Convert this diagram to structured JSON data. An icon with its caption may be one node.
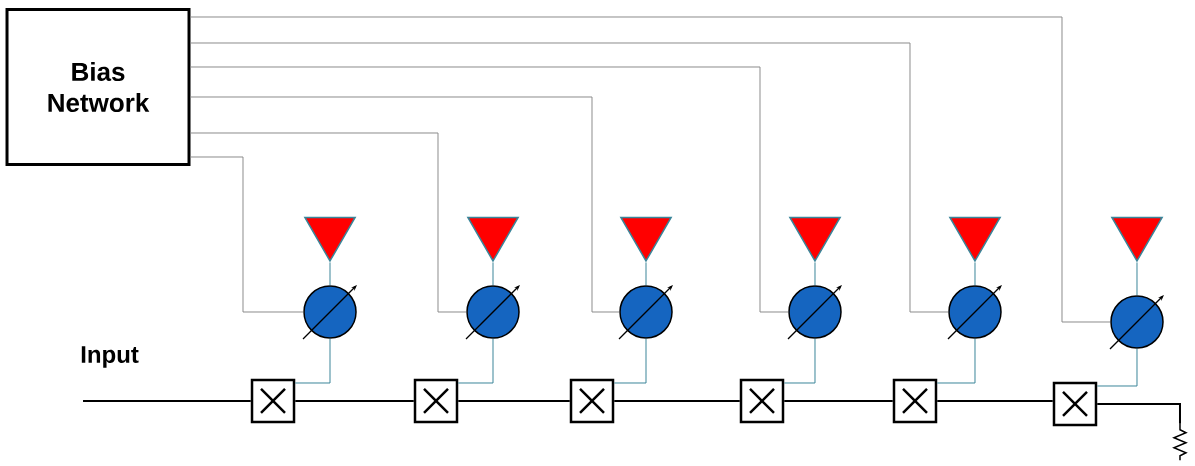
{
  "diagram": {
    "nodes": [
      {
        "text": [
          "Bias Network"
        ]
      },
      {
        "text": [],
        "shape": "triangle"
      },
      {
        "text": [],
        "shape": "triangle"
      },
      {
        "text": [],
        "shape": "triangle"
      },
      {
        "text": [],
        "shape": "triangle"
      },
      {
        "text": [],
        "shape": "triangle"
      },
      {
        "text": [],
        "shape": "triangle"
      },
      {
        "text": [],
        "shape": "circle"
      },
      {
        "text": [],
        "shape": "circle"
      },
      {
        "text": [],
        "shape": "circle"
      },
      {
        "text": [],
        "shape": "circle"
      },
      {
        "text": [],
        "shape": "circle"
      },
      {
        "text": [],
        "shape": "circle"
      },
      {
        "text": [],
        "shape": "box"
      },
      {
        "text": [],
        "shape": "box"
      },
      {
        "text": [],
        "shape": "box"
      },
      {
        "text": [],
        "shape": "box"
      },
      {
        "text": [],
        "shape": "box"
      },
      {
        "text": [],
        "shape": "box"
      },
      {
        "text": [],
        "shape": "resistor"
      }
    ],
    "edges": [
      {
        "from": 0,
        "to": 7,
        "arrow": "none",
        "color": "#8c8c8c"
      },
      {
        "from": 0,
        "to": 8,
        "arrow": "none",
        "color": "#8c8c8c"
      },
      {
        "from": 0,
        "to": 9,
        "arrow": "none",
        "color": "#8c8c8c"
      },
      {
        "from": 0,
        "to": 10,
        "arrow": "none",
        "color": "#8c8c8c"
      },
      {
        "from": 0,
        "to": 11,
        "arrow": "none",
        "color": "#8c8c8c"
      },
      {
        "from": 0,
        "to": 12,
        "arrow": "none",
        "color": "#8c8c8c"
      },
      {
        "from": 7,
        "to": 1,
        "arrow": "none"
      },
      {
        "from": 8,
        "to": 2,
        "arrow": "none"
      },
      {
        "from": 9,
        "to": 3,
        "arrow": "none"
      },
      {
        "from": 10,
        "to": 4,
        "arrow": "none"
      },
      {
        "from": 11,
        "to": 5,
        "arrow": "none"
      },
      {
        "from": 12,
        "to": 6,
        "arrow": "none"
      },
      {
        "from": 13,
        "to": 7,
        "arrow": "none"
      },
      {
        "from": 14,
        "to": 8,
        "arrow": "none"
      },
      {
        "from": 15,
        "to": 9,
        "arrow": "none"
      },
      {
        "from": 16,
        "to": 10,
        "arrow": "none"
      },
      {
        "from": 17,
        "to": 11,
        "arrow": "none"
      },
      {
        "from": 18,
        "to": 12,
        "arrow": "none"
      },
      {
        "from": null,
        "to": 13,
        "arrow": "none",
        "color": "#000000"
      },
      {
        "from": 13,
        "to": 14,
        "arrow": "none",
        "color": "#000000"
      },
      {
        "from": 14,
        "to": 15,
        "arrow": "none",
        "color": "#000000"
      },
      {
        "from": 15,
        "to": 16,
        "arrow": "none",
        "color": "#000000"
      },
      {
        "from": 16,
        "to": 17,
        "arrow": "none",
        "color": "#000000"
      },
      {
        "from": 17,
        "to": 18,
        "arrow": "none",
        "color": "#000000"
      },
      {
        "from": 18,
        "to": 19,
        "arrow": "none",
        "color": "#000000"
      }
    ],
    "labels": [
      "Input"
    ]
  }
}
